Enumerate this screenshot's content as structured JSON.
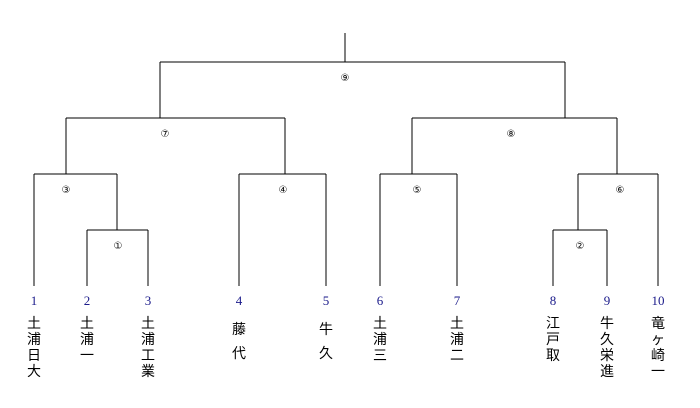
{
  "matches": [
    {
      "id": "1",
      "label": "①"
    },
    {
      "id": "2",
      "label": "②"
    },
    {
      "id": "3",
      "label": "③"
    },
    {
      "id": "4",
      "label": "④"
    },
    {
      "id": "5",
      "label": "⑤"
    },
    {
      "id": "6",
      "label": "⑥"
    },
    {
      "id": "7",
      "label": "⑦"
    },
    {
      "id": "8",
      "label": "⑧"
    },
    {
      "id": "9",
      "label": "⑨"
    }
  ],
  "teams": [
    {
      "seed": "1",
      "name": "土浦日大"
    },
    {
      "seed": "2",
      "name": "土浦一"
    },
    {
      "seed": "3",
      "name": "土浦工業"
    },
    {
      "seed": "4",
      "name": "藤代"
    },
    {
      "seed": "5",
      "name": "牛久"
    },
    {
      "seed": "6",
      "name": "土浦三"
    },
    {
      "seed": "7",
      "name": "土浦二"
    },
    {
      "seed": "8",
      "name": "江戸取"
    },
    {
      "seed": "9",
      "name": "牛久栄進"
    },
    {
      "seed": "10",
      "name": "竜ヶ崎一"
    }
  ]
}
